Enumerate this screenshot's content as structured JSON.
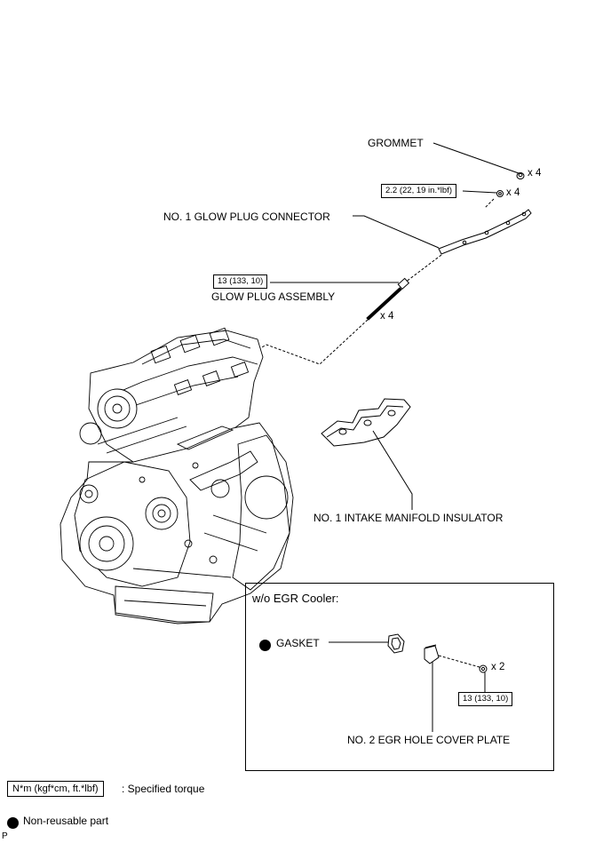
{
  "labels": {
    "grommet": "GROMMET",
    "glow_plug_connector": "NO. 1 GLOW PLUG CONNECTOR",
    "glow_plug_assembly": "GLOW PLUG ASSEMBLY",
    "intake_manifold_insulator": "NO. 1 INTAKE MANIFOLD INSULATOR",
    "gasket": "GASKET",
    "egr_hole_cover_plate": "NO. 2 EGR HOLE COVER PLATE"
  },
  "multipliers": {
    "grommet": "x 4",
    "nut": "x 4",
    "glow_plug": "x 4",
    "egr_bolt": "x 2"
  },
  "torques": {
    "nut": "2.2 (22, 19 in.*lbf)",
    "glow_plug": "13 (133, 10)",
    "egr_bolt": "13 (133, 10)"
  },
  "inset": {
    "title": "w/o EGR Cooler:"
  },
  "legend": {
    "torque_box": "N*m (kgf*cm, ft.*lbf)",
    "torque_desc": ": Specified torque",
    "nonreusable_desc": "Non-reusable part"
  },
  "corner_mark": "P"
}
